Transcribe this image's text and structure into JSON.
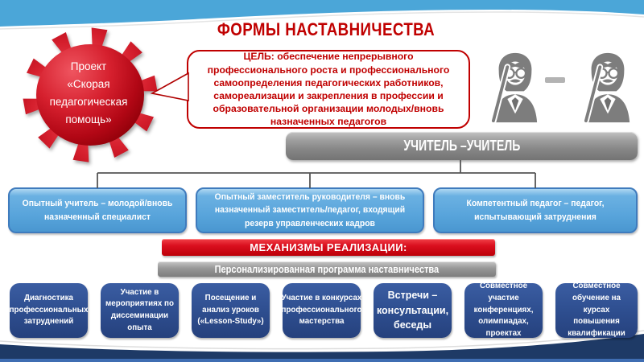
{
  "title": "ФОРМЫ НАСТАВНИЧЕСТВА",
  "project_gear": {
    "label": "Проект\n«Скорая\nпедагогическая\nпомощь»"
  },
  "goal_callout": {
    "text": "ЦЕЛЬ: обеспечение непрерывного профессионального роста и профессионального самоопределения педагогических работников, самореализации и закрепления в профессии и образовательной организации молодых/вновь назначенных педагогов"
  },
  "mentor_pair_icons": {
    "left_icon": "teacher-figure",
    "separator": "–",
    "right_icon": "teacher-figure"
  },
  "form_header": {
    "label": "УЧИТЕЛЬ –УЧИТЕЛЬ"
  },
  "pairs": [
    "Опытный учитель – молодой/вновь назначенный специалист",
    "Опытный заместитель руководителя – вновь назначенный заместитель/педагог, входящий резерв управленческих кадров",
    "Компетентный педагог – педагог, испытывающий затруднения"
  ],
  "mechanisms": {
    "header": "МЕХАНИЗМЫ РЕАЛИЗАЦИИ:",
    "program": "Персонализированная программа наставничества"
  },
  "activities": [
    "Диагностика профессиональных затруднений",
    "Участие в мероприятиях по диссеминации опыта",
    "Посещение и анализ уроков («Lesson-Study»)",
    "Участие в конкурсах профессионального мастерства",
    "Встречи – консультации, беседы",
    "Совместное участие конференциях, олимпиадах, проектах",
    "Совместное обучение на курсах повышения квалификации"
  ],
  "colors": {
    "title_red": "#c00000",
    "gear_red": "#c81a24",
    "header_bar_gray": "#8a8a8a",
    "mechanisms_bar_red": "#d20a14",
    "pair_box_blue": "#5ea9de",
    "pair_box_border": "#3f7bbd",
    "activity_box_navy": "#2d4d8e",
    "top_band_blue": "#4ba6d8",
    "bottom_band_navy": "#1e3a66"
  }
}
